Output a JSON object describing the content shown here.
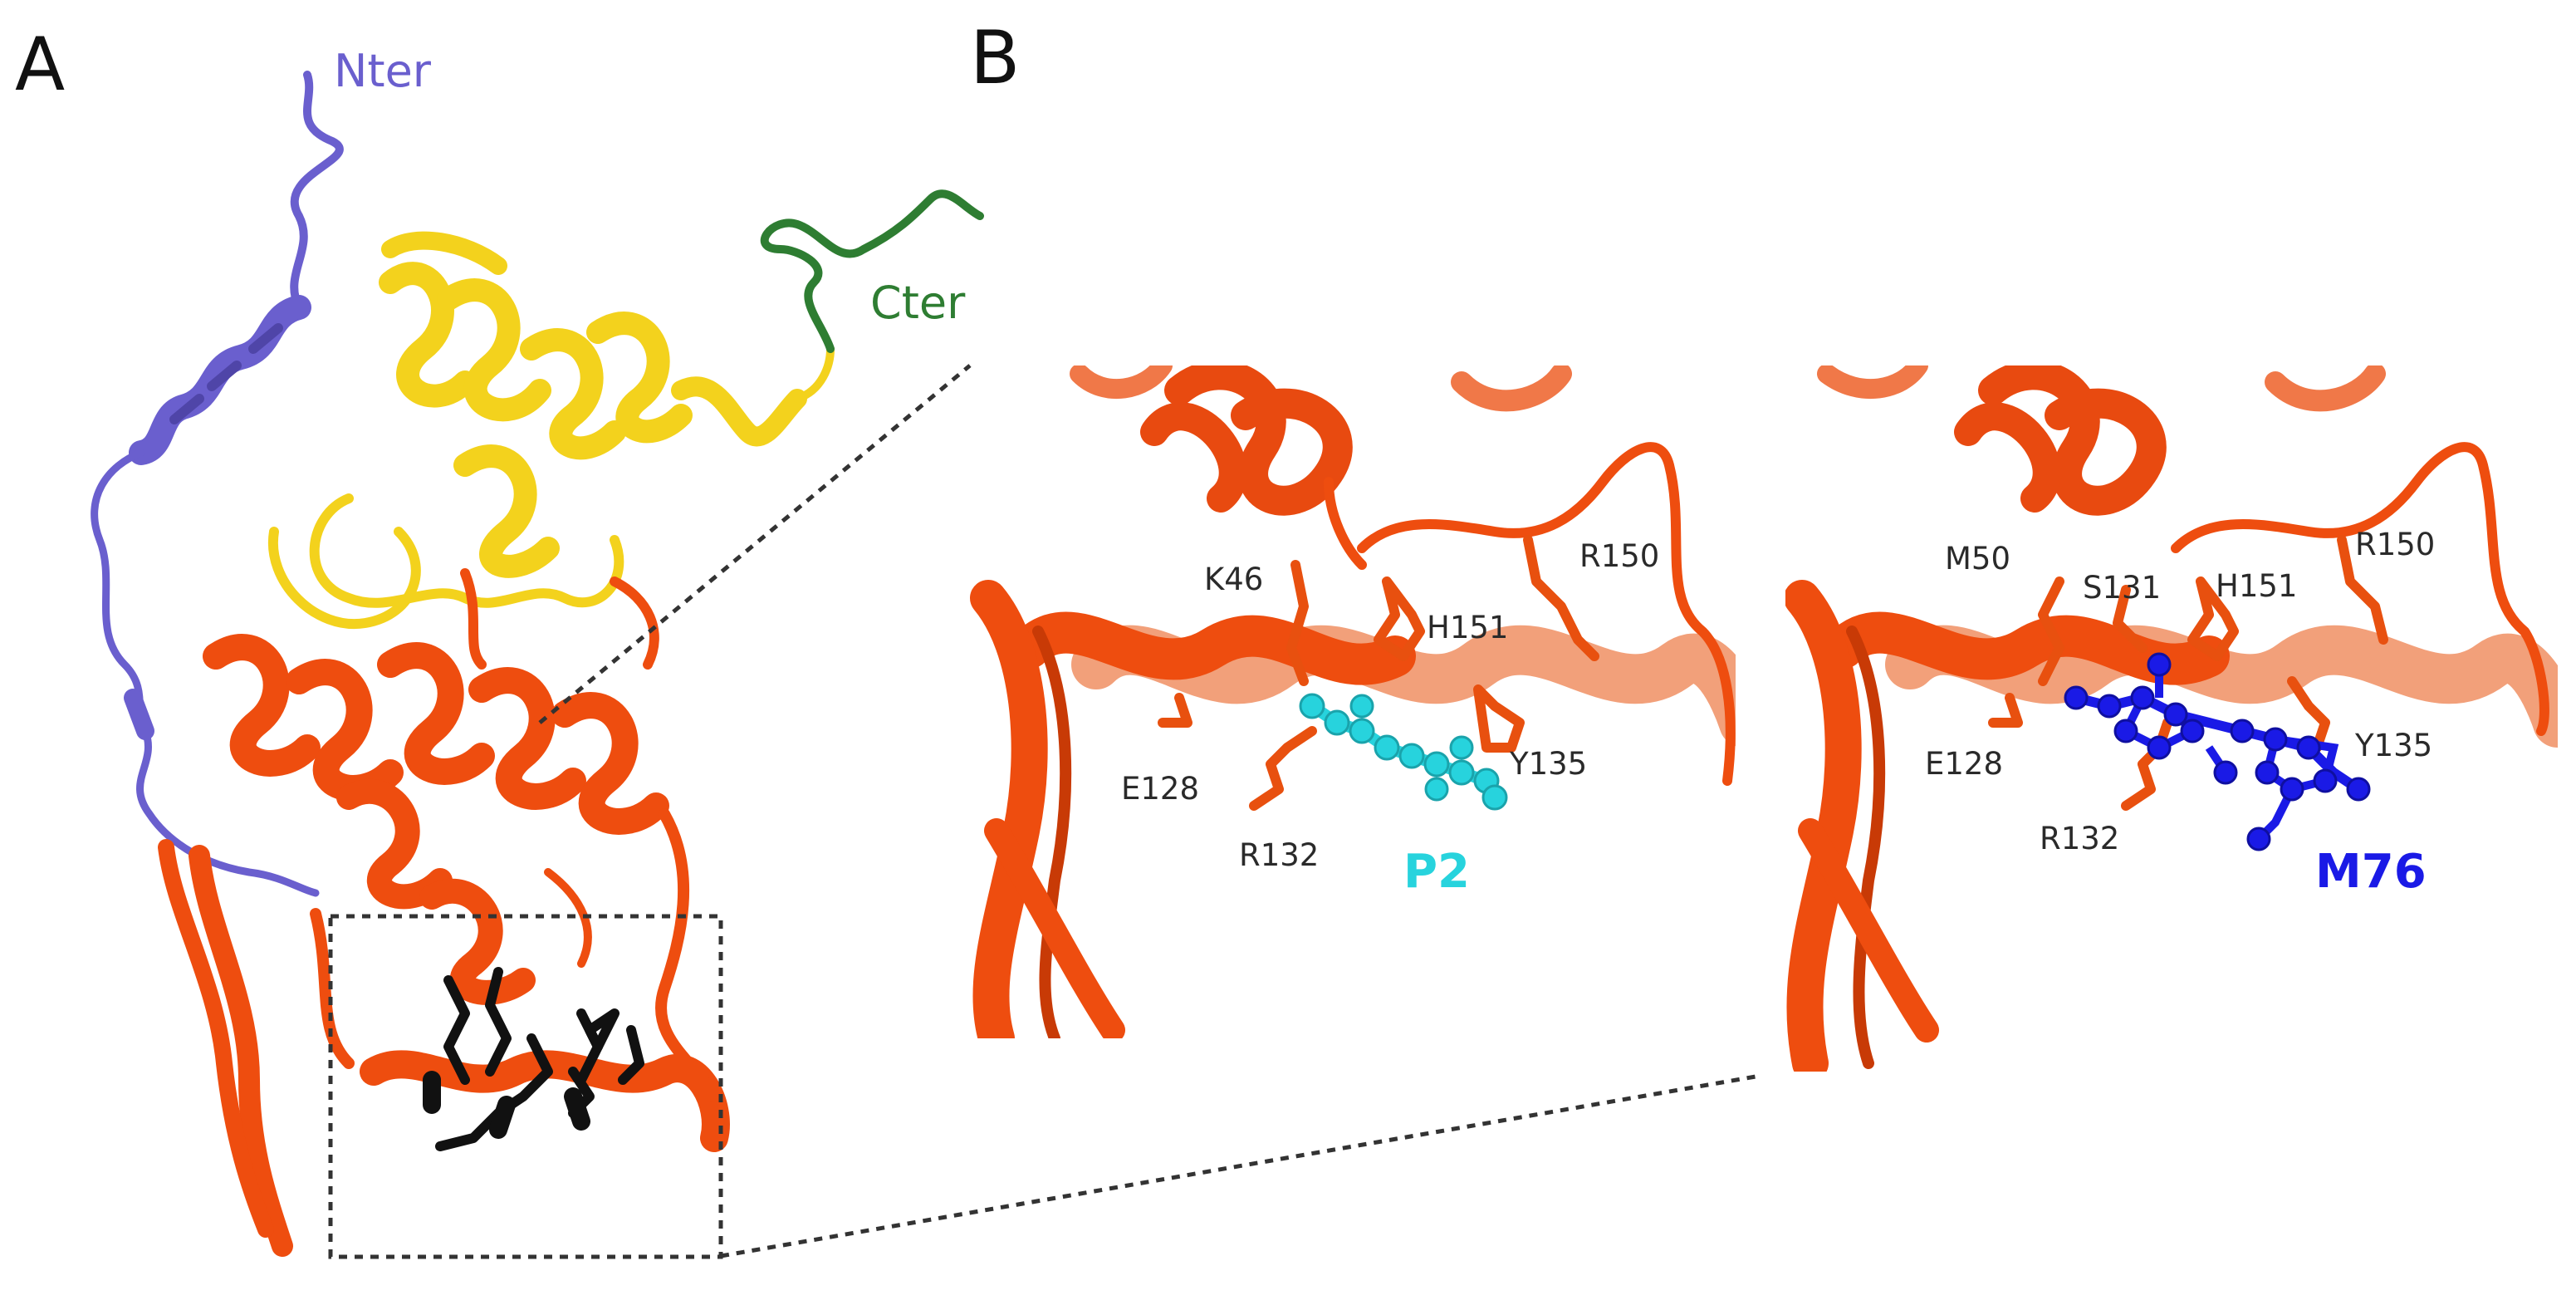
{
  "figure": {
    "panel_a": {
      "letter": "A",
      "n_terminus_label": "Nter",
      "c_terminus_label": "Cter"
    },
    "panel_b": {
      "letter": "B",
      "left_view": {
        "residues": [
          "K46",
          "H151",
          "R150",
          "E128",
          "Y135",
          "R132"
        ],
        "ligand": "P2"
      },
      "right_view": {
        "residues": [
          "M50",
          "S131",
          "H151",
          "R150",
          "E128",
          "Y135",
          "R132"
        ],
        "ligand": "M76"
      }
    }
  },
  "colors": {
    "n_terminal_domain": "#6a5fce",
    "middle_domain": "#f3d21d",
    "c_terminal_tail": "#2e7d32",
    "c_terminal_domain": "#ee4d0f",
    "binding_site_residues": "#111111",
    "ligand_p2": "#27d3dd",
    "ligand_m76": "#1a1ae6"
  }
}
